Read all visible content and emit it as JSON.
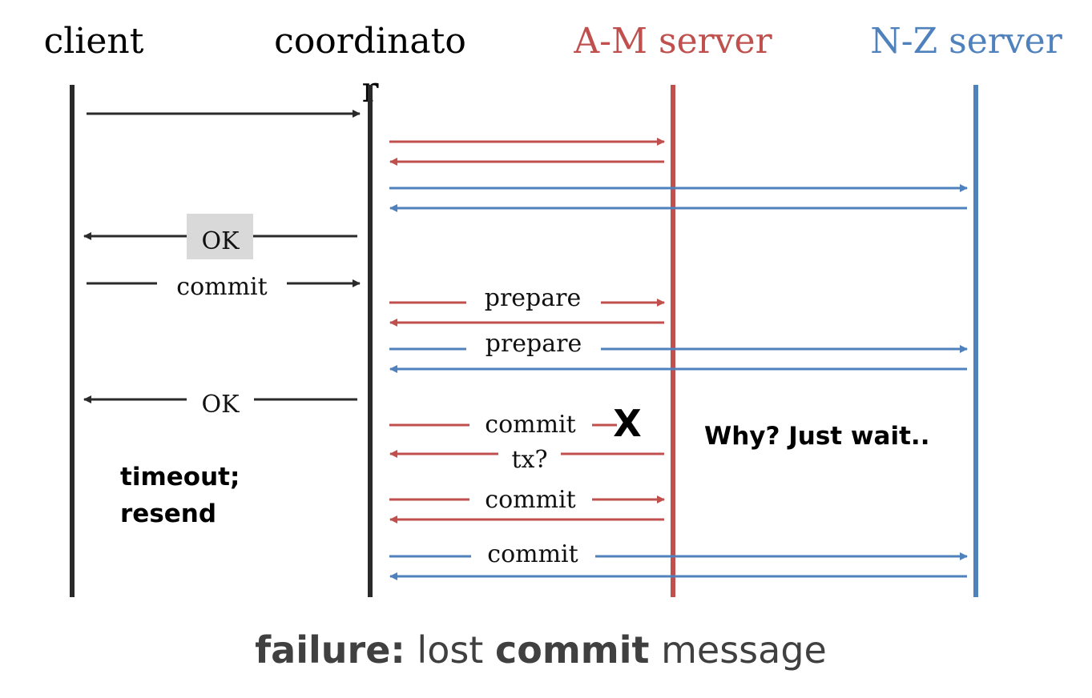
{
  "colors": {
    "client": "#2a2a2a",
    "coordinator": "#2a2a2a",
    "am": "#c0504d",
    "nz": "#4f81bd",
    "label_box": "#d9d9d9"
  },
  "participants": {
    "client": "client",
    "coordinator_line1": "coordinato",
    "coordinator_line2": "r",
    "am_server": "A-M server",
    "nz_server": "N-Z server"
  },
  "messages": {
    "ok_first": "OK",
    "commit_client": "commit",
    "prepare_am": "prepare",
    "prepare_nz": "prepare",
    "ok_second": "OK",
    "commit_am_lost": "commit",
    "tx_query": "tx?",
    "commit_am_resend": "commit",
    "commit_nz": "commit"
  },
  "annotations": {
    "lost_mark": "X",
    "timeout_line1": "timeout;",
    "timeout_line2": "resend",
    "server_note": "Why? Just wait.."
  },
  "caption": {
    "part1": "failure:",
    "part2": " lost ",
    "part3": "commit",
    "part4": " message"
  }
}
